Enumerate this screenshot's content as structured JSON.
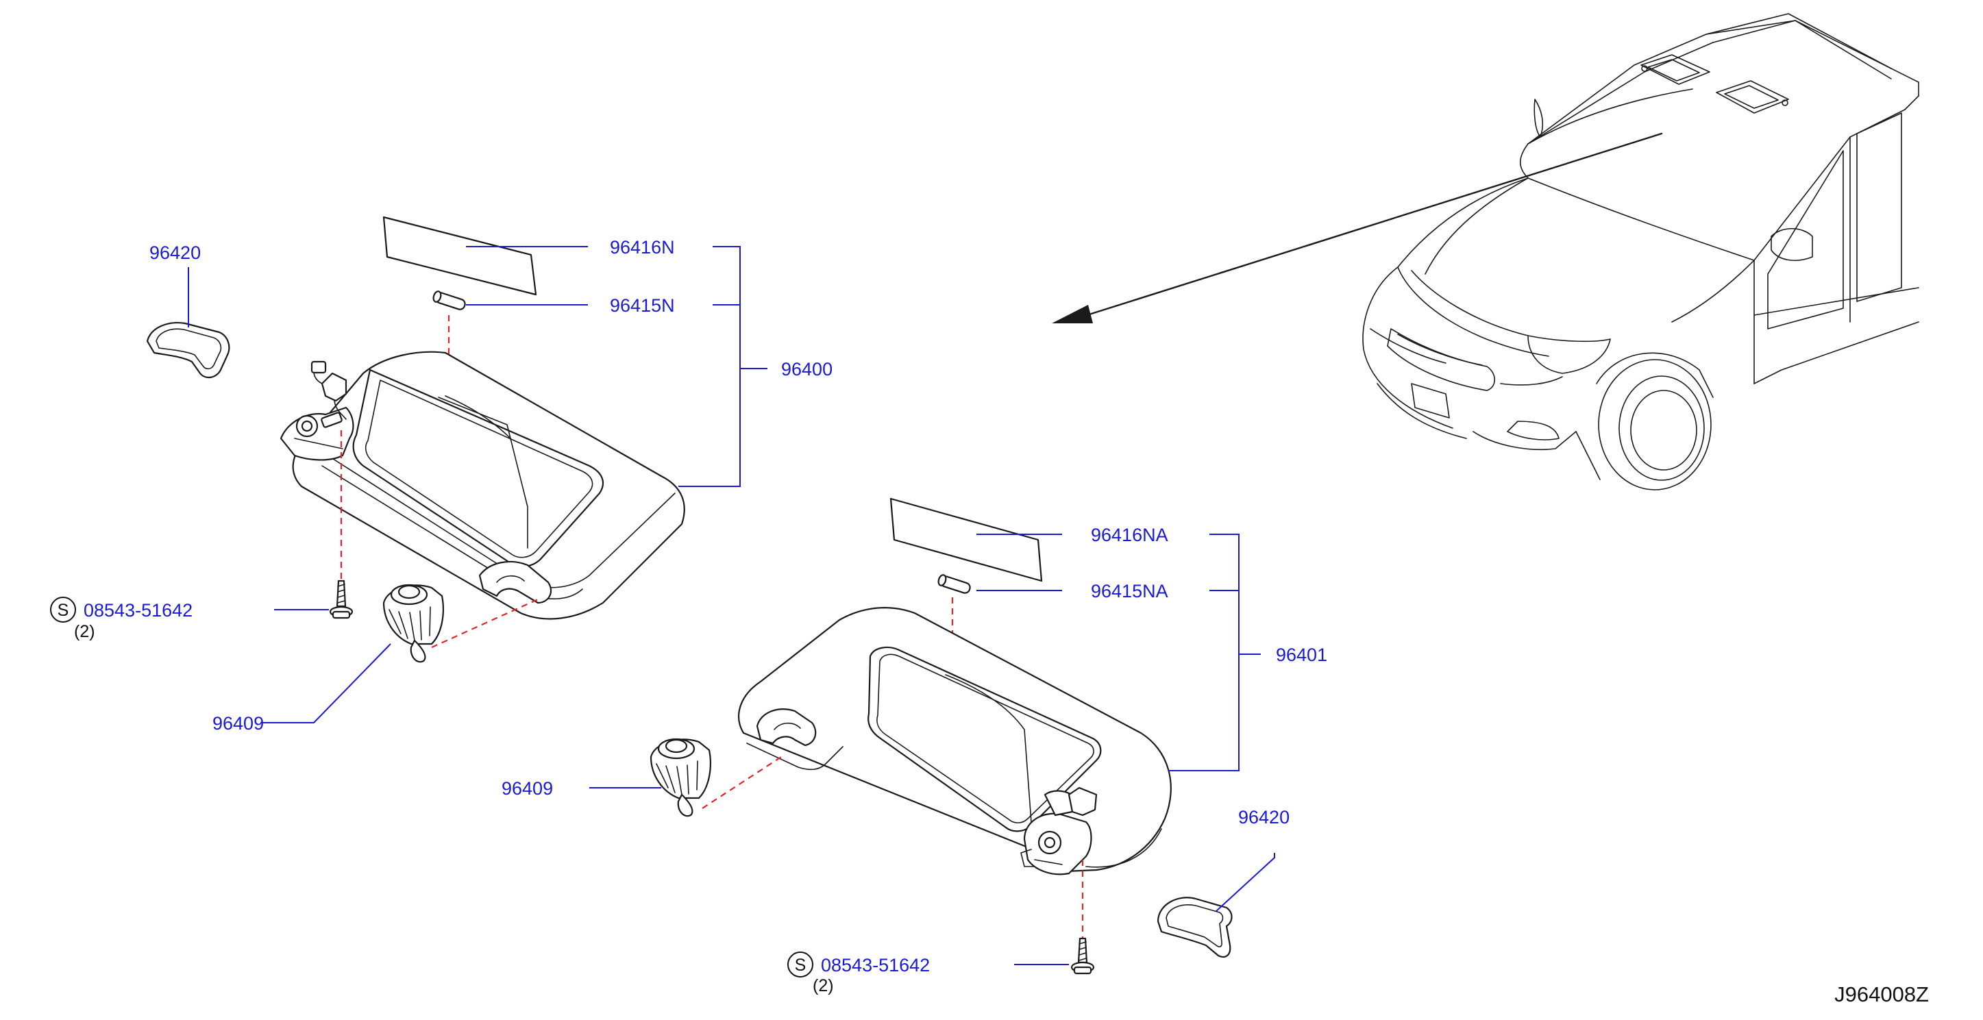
{
  "diagram_code": "J964008Z",
  "parts": {
    "p96420_left": "96420",
    "p96416N": "96416N",
    "p96415N": "96415N",
    "p96400": "96400",
    "screw_left": "08543-51642",
    "screw_left_qty": "(2)",
    "p96409_left": "96409",
    "p96416NA": "96416NA",
    "p96415NA": "96415NA",
    "p96401": "96401",
    "p96409_right": "96409",
    "p96420_right": "96420",
    "screw_right": "08543-51642",
    "screw_right_qty": "(2)"
  },
  "symbols": {
    "standard_part_mark": "S"
  },
  "colors": {
    "callout": "#1a1ad6",
    "line": "#1b1b1b",
    "hidden_line": "#e0262b"
  }
}
